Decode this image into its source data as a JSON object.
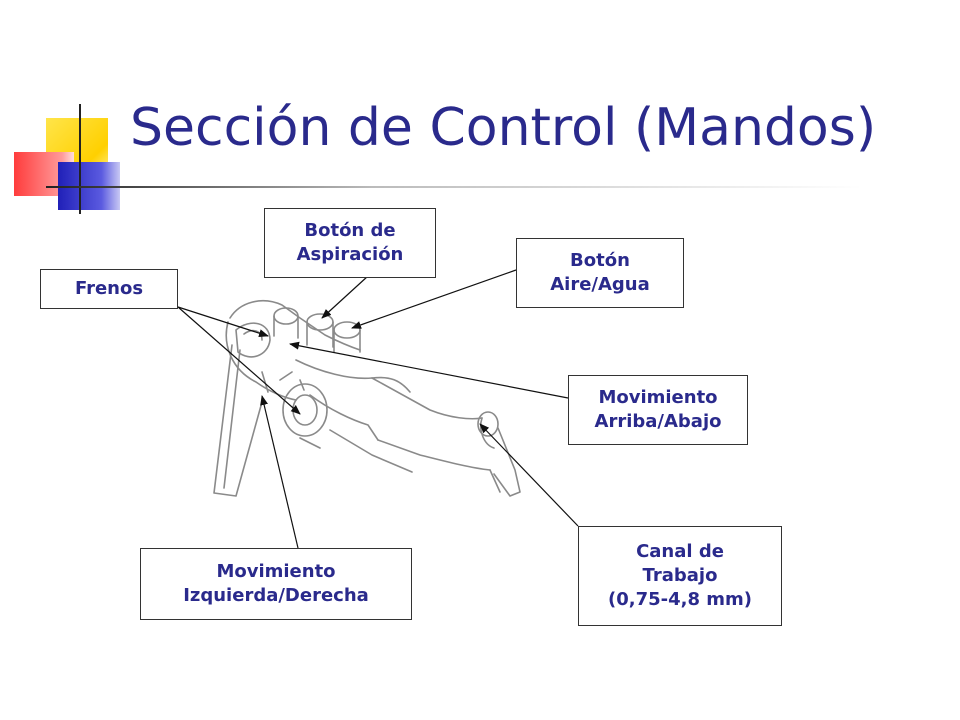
{
  "slide": {
    "title": "Sección de Control (Mandos)"
  },
  "colors": {
    "title": "#2a2a8c",
    "label_text": "#2a2a8c",
    "accent_yellow": "#ffd600",
    "accent_red": "#ff5a5a",
    "accent_blue": "#3a3ac8"
  },
  "labels": {
    "aspiracion": "Botón de\nAspiración",
    "aire_agua": "Botón\nAire/Agua",
    "frenos": "Frenos",
    "arriba_abajo": "Movimiento\nArriba/Abajo",
    "canal": "Canal de\nTrabajo\n(0,75-4,8 mm)",
    "izq_der": "Movimiento\nIzquierda/Derecha"
  }
}
